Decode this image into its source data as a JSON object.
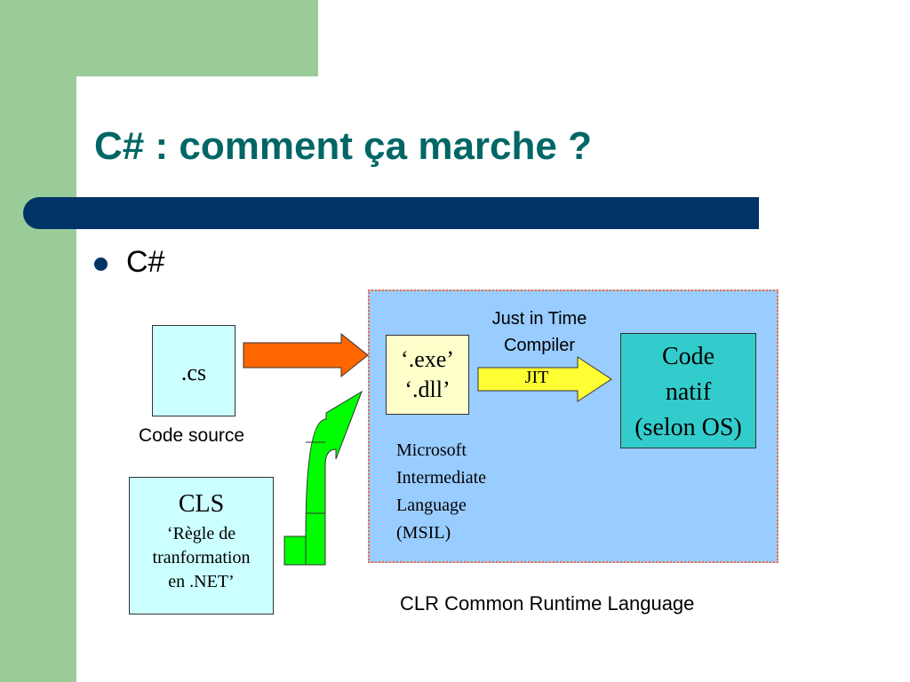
{
  "slide": {
    "title": "C# : comment ça marche ?",
    "bullet": "C#"
  },
  "diagram": {
    "source_box": ".cs",
    "source_caption": "Code source",
    "cls_box": {
      "title": "CLS",
      "lines": [
        "‘Règle de",
        "tranformation",
        "en .NET’"
      ]
    },
    "il_box": {
      "lines": [
        "‘.exe’",
        "‘.dll’"
      ]
    },
    "jit_caption": [
      "Just in Time",
      "Compiler"
    ],
    "jit_arrow_label": "JIT",
    "native_box": {
      "lines": [
        "Code",
        "natif",
        "(selon OS)"
      ]
    },
    "msil_caption": [
      "Microsoft",
      "Intermediate",
      "Language",
      "(MSIL)"
    ],
    "clr_caption": "CLR Common Runtime Language"
  },
  "colors": {
    "title": "#006666",
    "title_bar": "#003366",
    "side_green": "#99cc99",
    "clr_fill": "#99ccff",
    "clr_border": "#ff6633",
    "source_arrow": "#ff6600",
    "cls_arrow": "#00ff00",
    "jit_arrow": "#ffff33",
    "native_fill": "#33cccc",
    "il_fill": "#ffffcc",
    "source_fill": "#ccffff"
  }
}
